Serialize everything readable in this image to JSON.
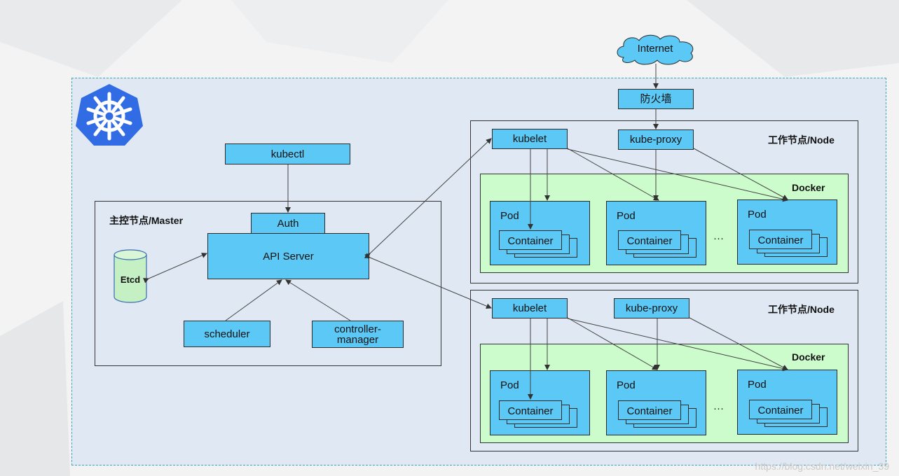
{
  "internet": "Internet",
  "firewall": "防火墙",
  "master": {
    "title": "主控节点/Master",
    "kubectl": "kubectl",
    "auth": "Auth",
    "api_server": "API Server",
    "etcd": "Etcd",
    "scheduler": "scheduler",
    "controller_manager": "controller-\nmanager"
  },
  "nodes": [
    {
      "title": "工作节点/Node",
      "kubelet": "kubelet",
      "kube_proxy": "kube-proxy",
      "docker": "Docker",
      "pods": [
        {
          "label": "Pod",
          "container": "Container"
        },
        {
          "label": "Pod",
          "container": "Container"
        },
        {
          "label": "Pod",
          "container": "Container"
        }
      ],
      "ellipsis": "···"
    },
    {
      "title": "工作节点/Node",
      "kubelet": "kubelet",
      "kube_proxy": "kube-proxy",
      "docker": "Docker",
      "pods": [
        {
          "label": "Pod",
          "container": "Container"
        },
        {
          "label": "Pod",
          "container": "Container"
        },
        {
          "label": "Pod",
          "container": "Container"
        }
      ],
      "ellipsis": "···"
    }
  ],
  "watermark": "https://blog.csdn.net/weixin_39",
  "colors": {
    "box_fill": "#5bc8f5",
    "docker_fill": "#ccfccb",
    "frame_fill": "#dfe8f3",
    "frame_border": "#3aa6b9",
    "logo": "#326ce5",
    "etcd_fill": "#c5f0c3"
  },
  "icons": [
    "kubernetes-logo-icon",
    "cloud-icon",
    "database-cylinder-icon"
  ]
}
